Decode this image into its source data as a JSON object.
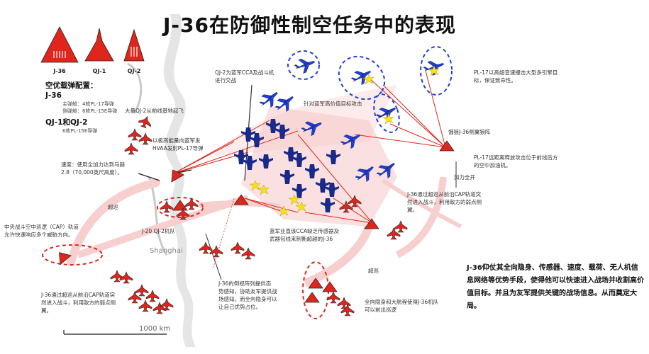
{
  "title": "J-36在防御性制空任务中的表现",
  "legend": {
    "j36": "J-36",
    "qj1": "QJ-1",
    "qj2": "QJ-2"
  },
  "config": {
    "heading": "空优载弹配置：",
    "j36_label": "J-36",
    "j36_main": "主弹舱：4枚PL-17导弹",
    "j36_side": "侧弹舱：6枚PL-15E导弹",
    "qj_label": "QJ-1和QJ-2",
    "qj_load": "6枚PL-15E导弹"
  },
  "annotations": {
    "takeoff": "大量QJ-2从前线基地起飞",
    "hvaa_1": "以极高能量向蓝军发",
    "hvaa_2": "HVAA发射PL-17导弹",
    "speed_1": "速度：使用全加力达到马赫",
    "speed_2": "2.8（70,000英尺高度）。",
    "qj2_engage_1": "QJ-2为蓝军CCA及战斗机",
    "qj2_engage_2": "进行交战",
    "target_high_value": "针对蓝军高价值目标攻击",
    "pl17_high_1": "PL-17以高超音速撞击大型多引擎目",
    "pl17_high_2": "标，保证致命性。",
    "wolf_pack": "饿狼J-36侧翼狼阵",
    "pl17_tanker_1": "PL-17远距离释放攻击位于前线后方",
    "pl17_tanker_2": "的空中加油机。",
    "afterburner": "加力全开",
    "supercruise_right_1": "J-36通过超巡从前沿CAP轨道突",
    "supercruise_right_2": "然进入战斗，利用敌方的弱点侧",
    "supercruise_right_3": "翼。",
    "supercruise_label": "超巡",
    "supercruise_label_2": "超巡",
    "cap_1": "中央战斗空中巡逻（CAP）轨道",
    "cap_2": "允许快速响应多个威胁方向。",
    "formation": "J-20 QJ-2机队",
    "shanghai": "Shanghai",
    "cca_gap_1": "蓝军业直该CCA缺乏传感器及",
    "cca_gap_2": "武器包线来制衡超越的J-36",
    "dispersed_1": "J-36的倒视阵列提供态",
    "dispersed_2": "势感知，协助友军提供战",
    "dispersed_3": "场感知。而全向隐身可以",
    "dispersed_4": "让自己优势占位。",
    "supercruise_left_1": "J-36通过超巡从前沿CAP轨道突",
    "supercruise_left_2": "然进入战斗，利用敌方的弱点侧",
    "supercruise_left_3": "翼。",
    "stealth_range_1": "全向隐身和大航程使得J-36机队",
    "stealth_range_2": "可以前出巡逻",
    "scale": "1000 km",
    "summary": "J-36仰仗其全向隐身、传感器、速度、载荷、无人机信息网络等优势手段，使得他可以快速进入战场并收割高价值目标。并且为友军提供关键的战场信息。从而奠定大局。"
  },
  "colors": {
    "red": "#e0261c",
    "blue": "#1f3fd6",
    "navy": "#1a2a8a",
    "yellow": "#f5e21a",
    "pink": "#f6c6c6",
    "coast": "#b9b9b9"
  }
}
